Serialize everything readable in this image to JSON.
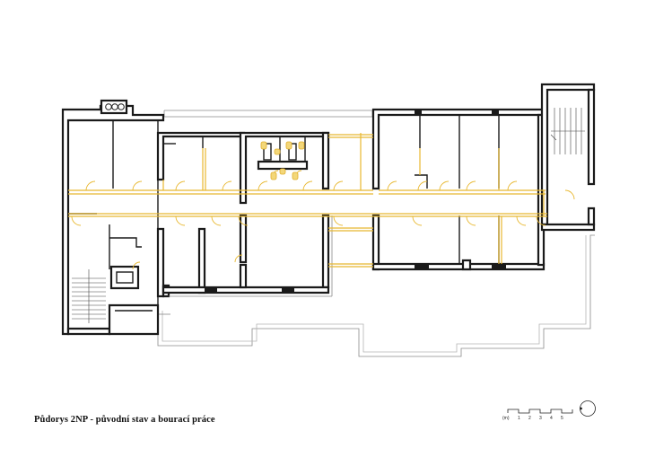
{
  "title": "Půdorys 2NP - původní stav a bourací práce",
  "scale_bar": {
    "unit_label": "(m)",
    "ticks": [
      "1",
      "2",
      "3",
      "4",
      "5"
    ]
  },
  "colors": {
    "walls": "#1a1a1a",
    "demolition": "#e8b830",
    "outline": "#8a8a8a"
  },
  "icons": [
    "north-arrow-icon"
  ]
}
